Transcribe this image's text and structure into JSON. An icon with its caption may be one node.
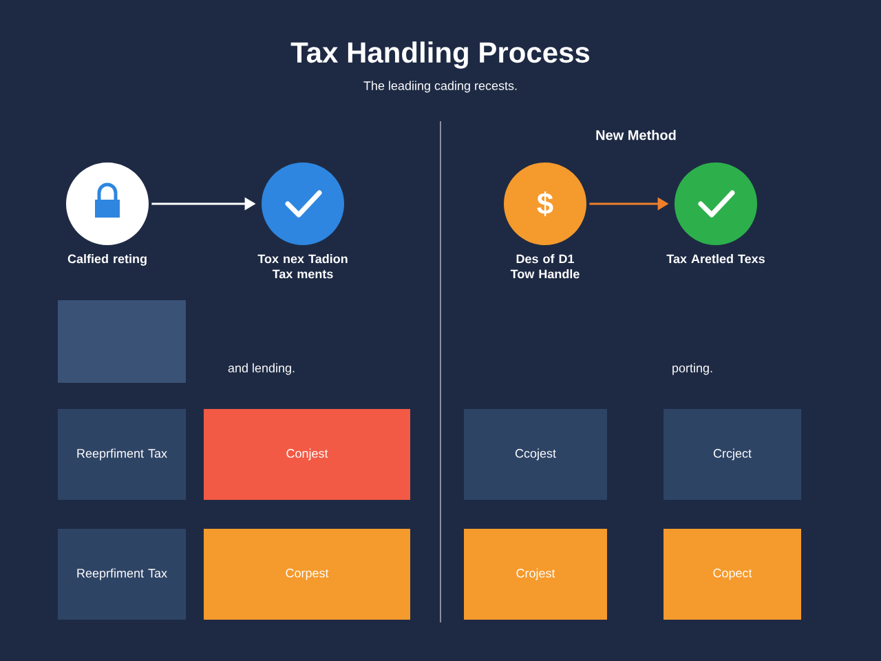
{
  "diagram": {
    "title": "Tax Handling Process",
    "nodes": [
      {
        "text": [
          "Calfied reting"
        ]
      },
      {
        "text": [
          "Tox nex Tadion Tax ments"
        ]
      },
      {
        "text": [
          "$",
          "Des of D1 Tow Handle"
        ]
      },
      {
        "text": [
          "Tax Aretled Texs"
        ]
      },
      {
        "text": [],
        "shape": "box"
      },
      {
        "text": [
          "Reeprfiment Tax"
        ]
      },
      {
        "text": [
          "Conjest"
        ]
      },
      {
        "text": [
          "Ccojest"
        ]
      },
      {
        "text": [
          "Crcject"
        ]
      },
      {
        "text": [
          "Reeprfiment Tax"
        ]
      },
      {
        "text": [
          "Corpest"
        ]
      },
      {
        "text": [
          "Crojest"
        ]
      },
      {
        "text": [
          "Copect"
        ]
      }
    ],
    "edges": [
      {
        "from": 0,
        "to": 1,
        "arrow": "to"
      },
      {
        "from": 2,
        "to": 3,
        "arrow": "to",
        "color": "#f07f2a"
      }
    ],
    "labels": [
      "The leadiing cading recests.",
      "New Method",
      "and lending.",
      "porting."
    ]
  }
}
